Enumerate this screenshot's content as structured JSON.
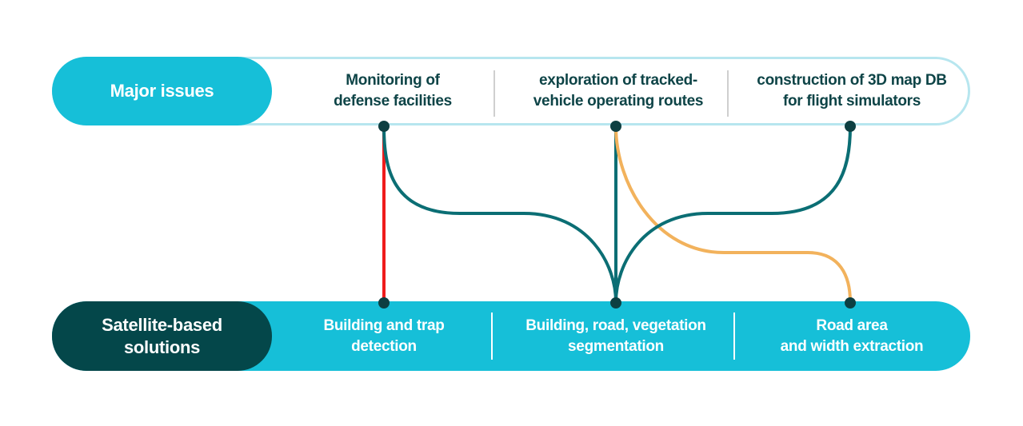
{
  "top_row": {
    "label": "Major issues",
    "items": [
      {
        "label": "Monitoring of\ndefense facilities"
      },
      {
        "label": "exploration of tracked-\nvehicle operating routes"
      },
      {
        "label": "construction of 3D map DB\nfor flight simulators"
      }
    ]
  },
  "bottom_row": {
    "label": "Satellite-based\nsolutions",
    "items": [
      {
        "label": "Building and trap\ndetection"
      },
      {
        "label": "Building, road, vegetation\nsegmentation"
      },
      {
        "label": "Road area\nand width extraction"
      }
    ]
  },
  "connections": [
    {
      "from": "top_row.items.0",
      "to": "bottom_row.items.0",
      "color": "#ef1c1c"
    },
    {
      "from": "top_row.items.0",
      "to": "bottom_row.items.1",
      "color": "#0b6e74"
    },
    {
      "from": "top_row.items.1",
      "to": "bottom_row.items.1",
      "color": "#0b6e74"
    },
    {
      "from": "top_row.items.2",
      "to": "bottom_row.items.1",
      "color": "#0b6e74"
    },
    {
      "from": "top_row.items.1",
      "to": "bottom_row.items.2",
      "color": "#f2b25c"
    }
  ],
  "colors": {
    "accent": "#16bfd8",
    "dark": "#04474a",
    "node": "#0d3f42",
    "outline": "#b7e6ef"
  }
}
